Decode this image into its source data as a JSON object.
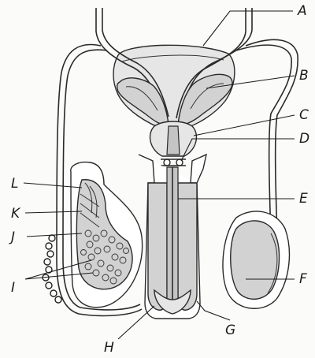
{
  "labels": {
    "A": "A",
    "B": "B",
    "C": "C",
    "D": "D",
    "E": "E",
    "F": "F",
    "G": "G",
    "H": "H",
    "I": "I",
    "J": "J",
    "K": "K",
    "L": "L"
  },
  "colors": {
    "background": "#fbfbfa",
    "tissue": "#d2d2d2",
    "outline": "#2a2a2a"
  }
}
